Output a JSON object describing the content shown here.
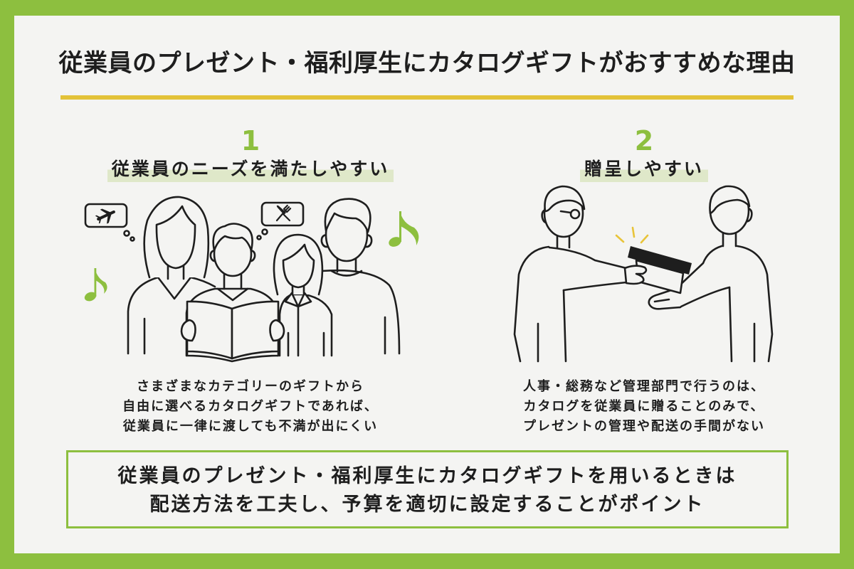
{
  "title": "従業員のプレゼント・福利厚生にカタログギフトがおすすめな理由",
  "colors": {
    "frame": "#8dbf3f",
    "panel": "#f4f4f2",
    "title_rule": "#e3c238",
    "accent": "#8dbf3f",
    "heading_highlight": "#dfe8c9",
    "sparkle": "#e8c43a",
    "ink": "#1e1e1e"
  },
  "reasons": [
    {
      "number": "1",
      "heading": "従業員のニーズを満たしやすい",
      "description": [
        "さまざまなカテゴリーのギフトから",
        "自由に選べるカタログギフトであれば、",
        "従業員に一律に渡しても不満が出にくい"
      ],
      "illustration_icons": [
        "airplane-icon",
        "fork-knife-icon",
        "music-note-icon"
      ]
    },
    {
      "number": "2",
      "heading": "贈呈しやすい",
      "description": [
        "人事・総務など管理部門で行うのは、",
        "カタログを従業員に贈ることのみで、",
        "プレゼントの管理や配送の手間がない"
      ],
      "illustration_icons": [
        "gift-box-icon"
      ]
    }
  ],
  "summary": {
    "lines": [
      "従業員のプレゼント・福利厚生にカタログギフトを用いるときは",
      "配送方法を工夫し、予算を適切に設定することがポイント"
    ]
  }
}
